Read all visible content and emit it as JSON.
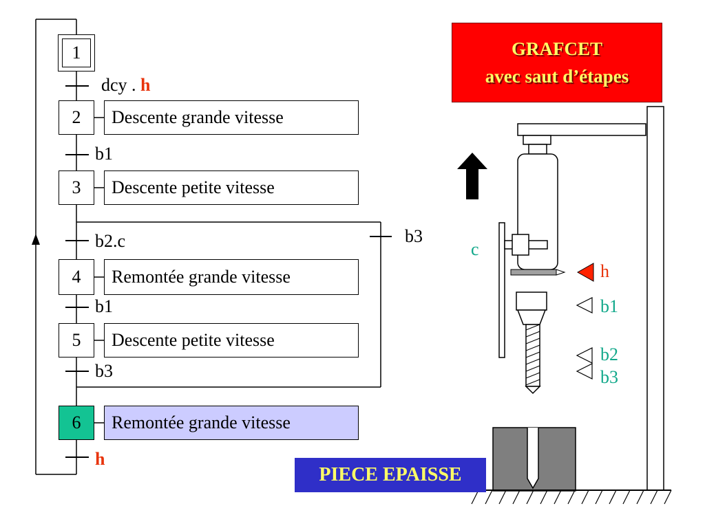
{
  "title": {
    "line1": "GRAFCET",
    "line2": "avec saut d’étapes"
  },
  "steps": [
    {
      "number": "1",
      "action": ""
    },
    {
      "number": "2",
      "action": "Descente grande vitesse"
    },
    {
      "number": "3",
      "action": "Descente petite vitesse"
    },
    {
      "number": "4",
      "action": "Remontée grande vitesse"
    },
    {
      "number": "5",
      "action": "Descente petite vitesse"
    },
    {
      "number": "6",
      "action": "Remontée grande vitesse"
    }
  ],
  "transitions": {
    "t1_main": "dcy . ",
    "t1_h": "h",
    "t2": "b1",
    "t3": "b2.c",
    "t3_skip": "b3",
    "t4": "b1",
    "t5": "b3",
    "t6": "h"
  },
  "sensors": {
    "c": "c",
    "h": "h",
    "b1": "b1",
    "b2": "b2",
    "b3": "b3"
  },
  "piece_label": "PIECE EPAISSE",
  "colors": {
    "active_step": "#13c393",
    "active_action": "#ccccff",
    "title_bg": "#ff0000",
    "title_text": "#ffff66",
    "piece_bg": "#2f2fc8",
    "sensor_teal": "#11a88a",
    "h_red": "#e8340c"
  }
}
